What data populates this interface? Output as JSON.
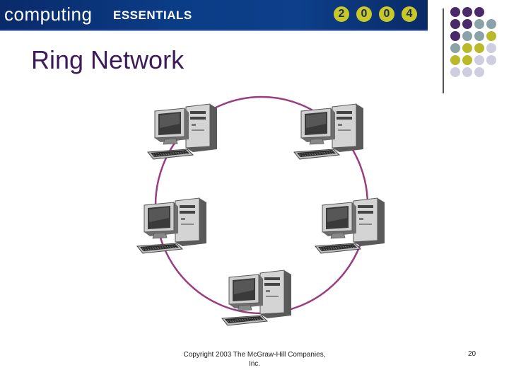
{
  "header": {
    "brand": "computing",
    "subtitle": "ESSENTIALS",
    "year_digits": [
      "2",
      "0",
      "0",
      "4"
    ]
  },
  "slide": {
    "title": "Ring Network"
  },
  "network": {
    "topology": "ring",
    "node_count": 5,
    "link_color": "#9a3c82",
    "nodes": [
      {
        "id": "top-left"
      },
      {
        "id": "top-right"
      },
      {
        "id": "middle-left"
      },
      {
        "id": "middle-right"
      },
      {
        "id": "bottom"
      }
    ]
  },
  "footer": {
    "copyright_line1": "Copyright 2003 The McGraw-Hill Companies,",
    "copyright_line2": "Inc.",
    "page_number": "20"
  },
  "colors": {
    "banner": "#0b3c86",
    "title": "#3d1b5a",
    "dot_purple": "#4a2a6a",
    "dot_slate": "#8aa3a8",
    "dot_olive": "#b9b92a",
    "dot_lavender": "#cfcde0"
  }
}
